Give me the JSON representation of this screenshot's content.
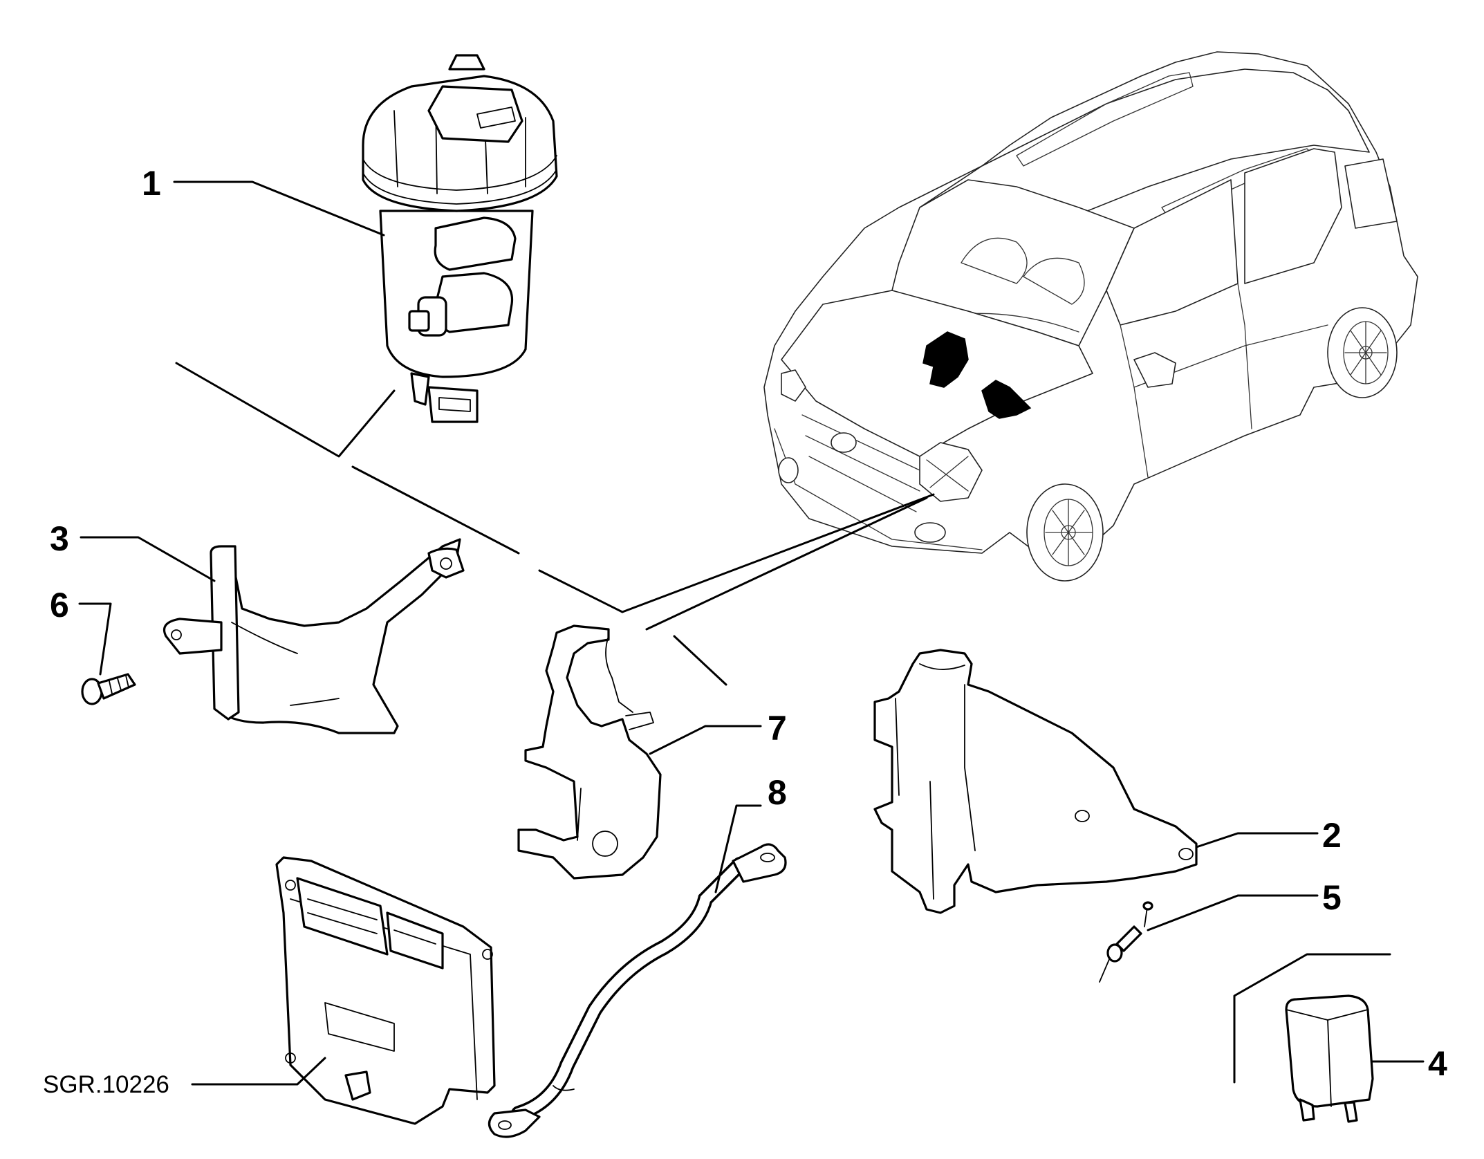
{
  "diagram": {
    "drawing_code": "SGR.10226",
    "callouts": [
      {
        "id": "1",
        "label": "1"
      },
      {
        "id": "2",
        "label": "2"
      },
      {
        "id": "3",
        "label": "3"
      },
      {
        "id": "4",
        "label": "4"
      },
      {
        "id": "5",
        "label": "5"
      },
      {
        "id": "6",
        "label": "6"
      },
      {
        "id": "7",
        "label": "7"
      },
      {
        "id": "8",
        "label": "8"
      }
    ]
  }
}
